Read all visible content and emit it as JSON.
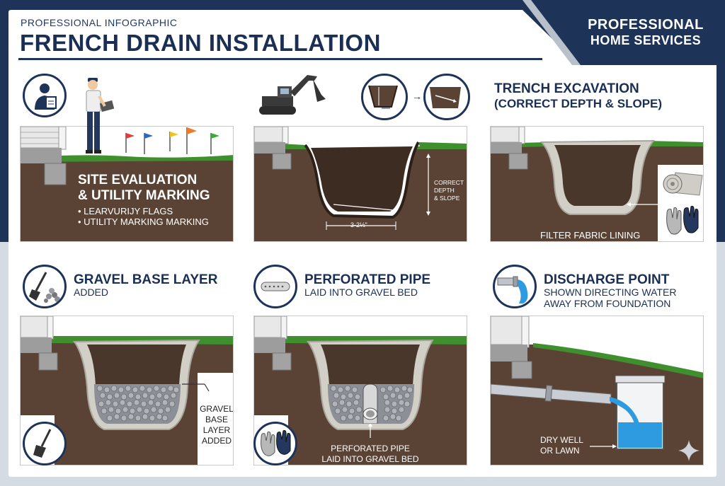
{
  "header": {
    "eyebrow": "PROFESSIONAL INFOGRAPHIC",
    "title": "FRENCH DRAIN INSTALLATION",
    "brand_line1": "PROFESSIONAL",
    "brand_line2": "HOME SERVICES"
  },
  "steps": [
    {
      "title_line1": "SITE EVALUATION",
      "title_line2": "& UTILITY MARKING",
      "bullets": [
        "• LEARVURIJY FLAGS",
        "• UTILITY MARKING MARKING"
      ]
    },
    {
      "depth_label_1": "CORRECT",
      "depth_label_2": "DEPTH",
      "depth_label_3": "& SLOPE",
      "width_label": "3-2⅓\""
    },
    {
      "title_line1": "TRENCH EXCAVATION",
      "title_line2": "(CORRECT DEPTH & SLOPE)",
      "callout": "FILTER FABRIC LINING"
    },
    {
      "title": "GRAVEL BASE LAYER",
      "subtitle": "ADDED",
      "callout_1": "GRAVEL",
      "callout_2": "BASE",
      "callout_3": "LAYER",
      "callout_4": "ADDED"
    },
    {
      "title": "PERFORATED PIPE",
      "subtitle": "LAID INTO GRAVEL BED",
      "callout_1": "PERFORATED PIPE",
      "callout_2": "LAID INTO GRAVEL BED"
    },
    {
      "title": "DISCHARGE POINT",
      "subtitle_1": "SHOWN DIRECTING WATER",
      "subtitle_2": "AWAY FROM FOUNDATION",
      "callout_1": "DRY WELL",
      "callout_2": "OR LAWN"
    }
  ],
  "icons": {
    "step1": "inspector-clipboard-icon",
    "step2_a": "excavator-icon",
    "step2_b": "trench-depth-icon",
    "step2_c": "trench-slope-icon",
    "step3_a": "fabric-roll-icon",
    "step3_b": "work-gloves-icon",
    "step4_a": "shovel-gravel-icon",
    "step4_b": "shovel-icon",
    "step5_a": "perforated-pipe-icon",
    "step5_b": "work-gloves-icon",
    "step6": "pipe-discharge-icon",
    "sparkle": "sparkle-icon"
  },
  "colors": {
    "navy": "#1e3358",
    "soil": "#5a4335",
    "grass": "#3f8f2e",
    "gravel": "#8c8f96",
    "fabric": "#d2cfc6",
    "water": "#2e9be0"
  }
}
